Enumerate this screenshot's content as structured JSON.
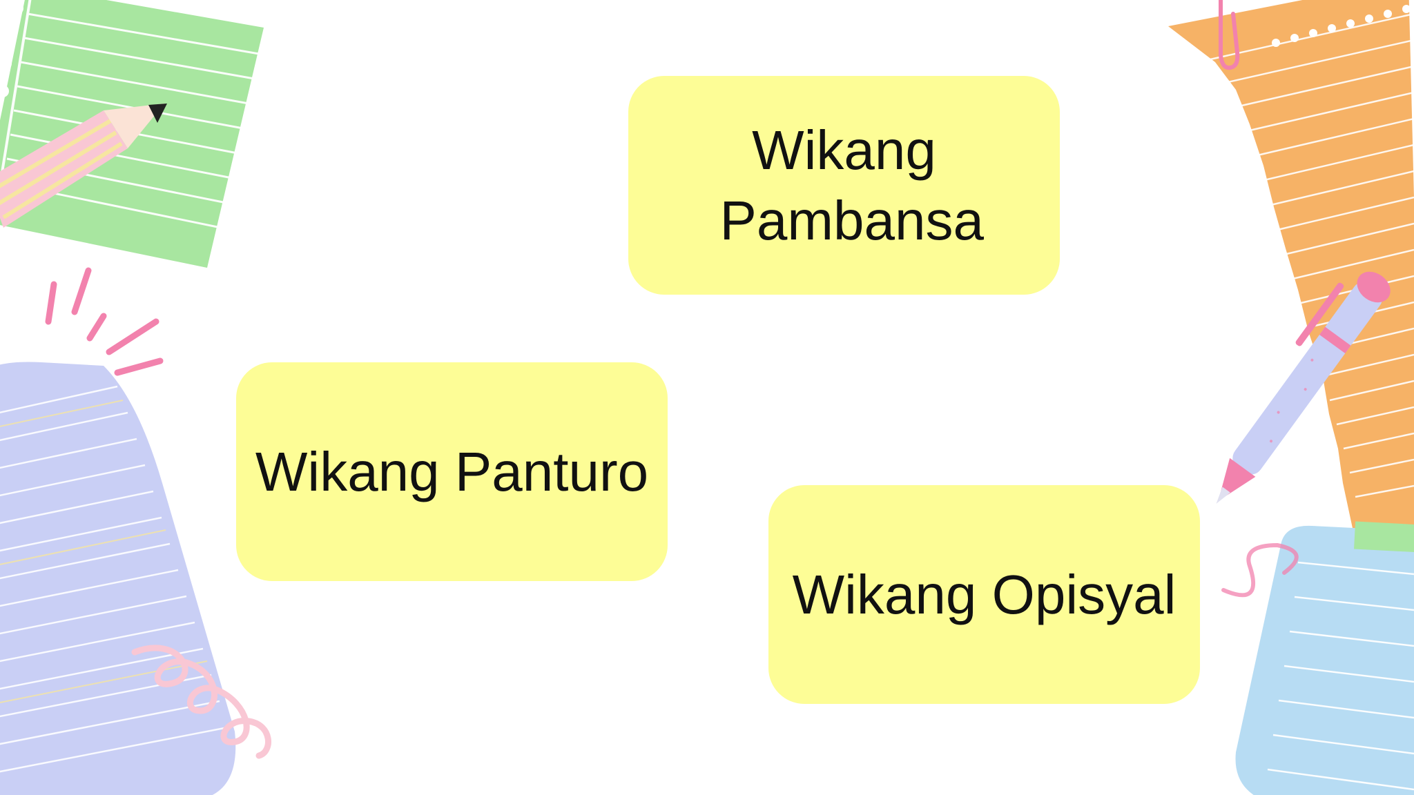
{
  "slide": {
    "cards": [
      {
        "label": "Wikang Pambansa"
      },
      {
        "label": "Wikang Panturo"
      },
      {
        "label": "Wikang Opisyal"
      }
    ]
  },
  "colors": {
    "card_fill": "#fdfd96",
    "text": "#111111",
    "green_paper": "#a8e6a0",
    "orange_paper": "#f6b266",
    "purple_notebook": "#c9cff5",
    "blue_notepad": "#b7dcf3",
    "pink_accent": "#f282ad"
  },
  "icons": [
    "pencil-icon",
    "pen-icon",
    "paperclip-icon",
    "notebook-icon",
    "spiral-scribble-icon"
  ]
}
